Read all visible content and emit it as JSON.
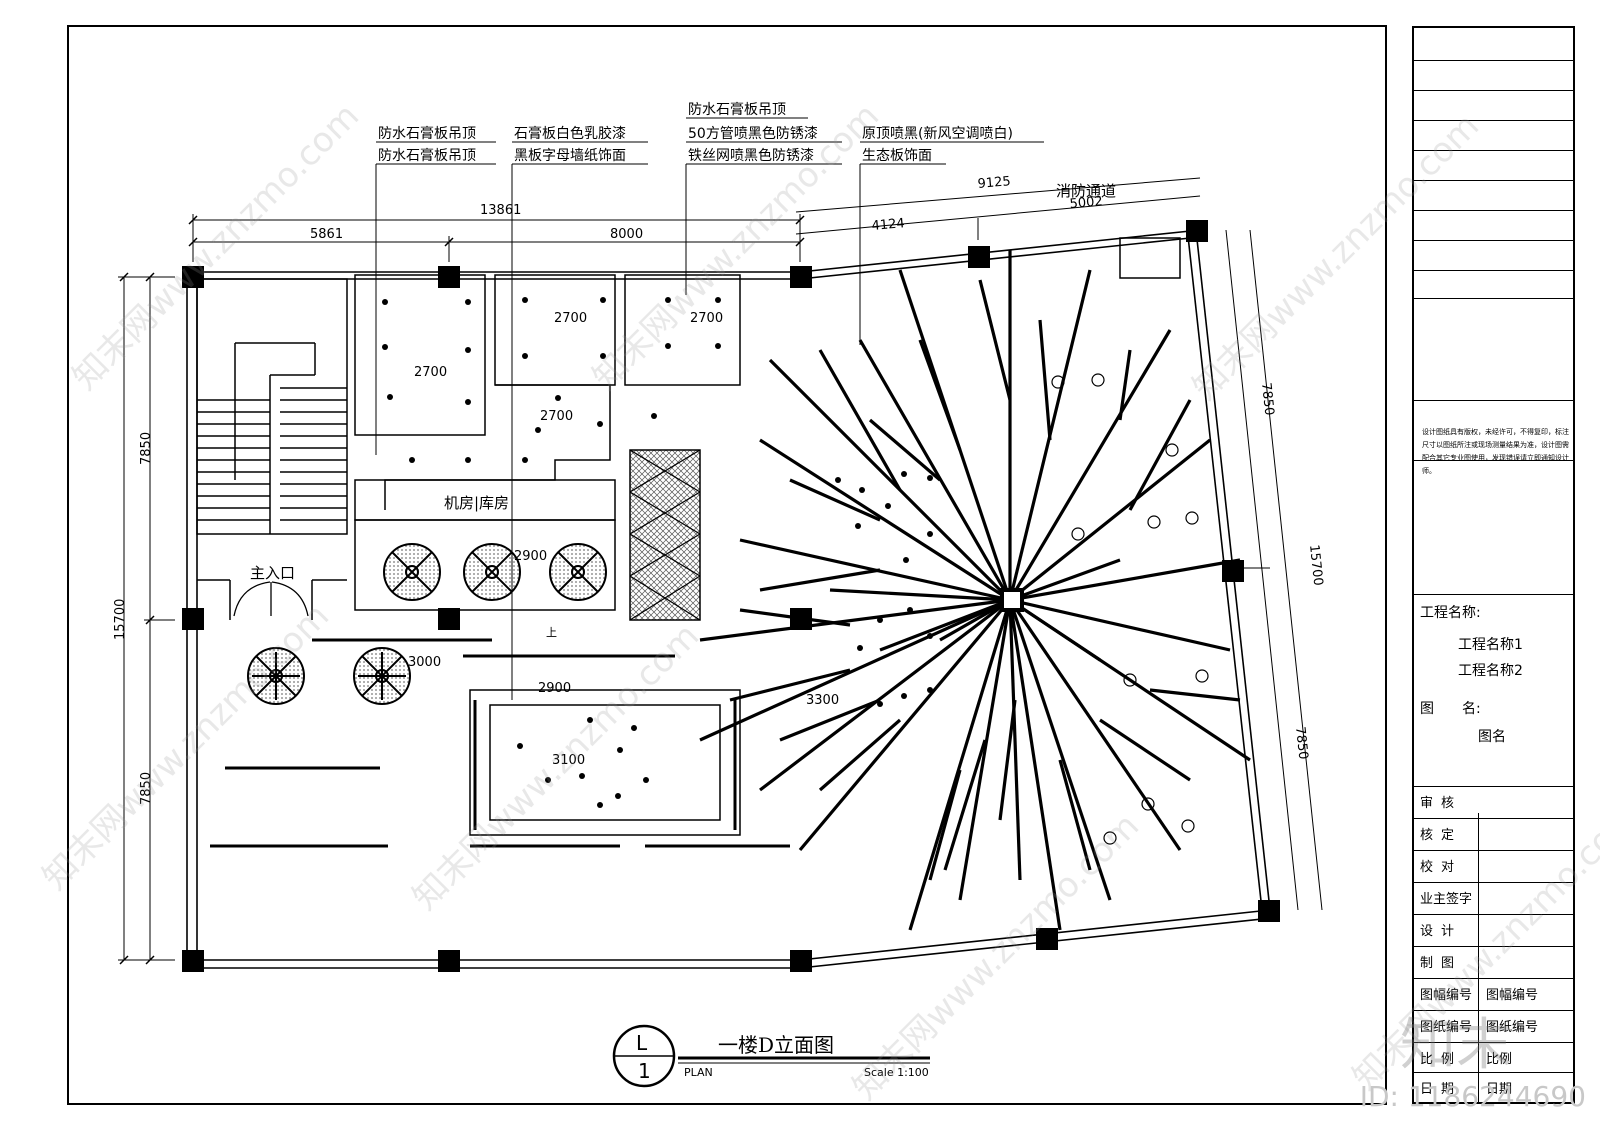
{
  "drawing": {
    "title": "一楼D立面图",
    "symbol_top": "L",
    "symbol_bottom": "1",
    "plan_label": "PLAN",
    "scale_label": "Scale 1:100"
  },
  "annotations": [
    {
      "line1": "防水石膏板吊顶",
      "line2": "防水石膏板吊顶"
    },
    {
      "line1": "石膏板白色乳胶漆",
      "line2": "黑板字母墙纸饰面"
    },
    {
      "line0": "防水石膏板吊顶",
      "line1": "50方管喷黑色防锈漆",
      "line2": "铁丝网喷黑色防锈漆"
    },
    {
      "line1": "原顶喷黑(新风空调喷白)",
      "line2": "生态板饰面"
    }
  ],
  "dimensions": {
    "top_total": "13861",
    "top_left": "5861",
    "top_right": "8000",
    "angled_total": "9125",
    "angled_left": "4124",
    "angled_right": "5002",
    "left_upper": "7850",
    "left_total": "15700",
    "left_lower": "7850",
    "right_upper": "7850",
    "right_total": "15700",
    "right_lower": "7850"
  },
  "rooms": {
    "machine_room": "机房|库房",
    "main_entrance": "主入口",
    "fire_exit": "消防通道",
    "stair_up": "上"
  },
  "heights": [
    "2700",
    "2700",
    "2700",
    "2700",
    "2900",
    "3000",
    "2900",
    "3100",
    "3300"
  ],
  "title_block": {
    "notes": "设计图纸具有版权，未经许可，不得复印，标注尺寸以图纸所注或现场测量结果为准，设计图需配合其它专业图使用，发现错误请立即通知设计师。",
    "project_label": "工程名称:",
    "project_name_1": "工程名称1",
    "project_name_2": "工程名称2",
    "drawing_name_label": "图　　名:",
    "drawing_name": "图名",
    "rows": [
      {
        "label": "审核",
        "value": ""
      },
      {
        "label": "核定",
        "value": ""
      },
      {
        "label": "校对",
        "value": ""
      },
      {
        "label": "业主签字",
        "value": ""
      },
      {
        "label": "设计",
        "value": ""
      },
      {
        "label": "制图",
        "value": ""
      },
      {
        "label": "图幅编号",
        "value": "图幅编号"
      },
      {
        "label": "图纸编号",
        "value": "图纸编号"
      },
      {
        "label": "比例",
        "value": "比例"
      },
      {
        "label": "日期",
        "value": "日期"
      }
    ]
  },
  "watermark": {
    "text": "知末网www.znzmo.com",
    "logo": "知末",
    "id": "ID: 1186244690"
  }
}
